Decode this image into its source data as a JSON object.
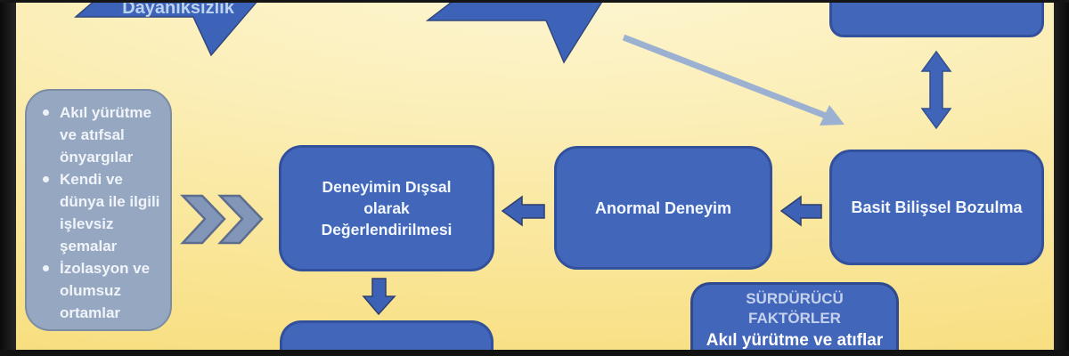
{
  "colors": {
    "node_fill": "#4166ba",
    "node_border": "#33509c",
    "banner_fill": "#3d63b9",
    "gray_box_fill": "#96a8c1",
    "gray_box_border": "#7b8ca4",
    "light_connector": "#9cb1d1",
    "arrow_fill": "#3c61b5",
    "banner_text": "#bcd2ee",
    "maintain_title_text": "#c6d2ec",
    "background_top": "#fdf6d4",
    "background_bottom": "#f8de7f"
  },
  "icons": {
    "forward": "double-chevron-right-icon",
    "flow_left": "arrow-left-icon",
    "flow_down": "arrow-down-icon",
    "two_way": "arrow-up-down-icon",
    "diagonal": "arrow-down-right-icon",
    "banner_shape": "chevron-banner-shape"
  },
  "banner": {
    "label": "Dayanıksızlık"
  },
  "causes_box": {
    "items": [
      "Akıl yürütme ve atıfsal önyargılar",
      "Kendi ve dünya ile ilgili işlevsiz şemalar",
      "İzolasyon ve olumsuz ortamlar"
    ]
  },
  "flow": {
    "external_appraisal": {
      "lines": [
        "Deneyimin Dışsal",
        "olarak",
        "Değerlendirilmesi"
      ]
    },
    "abnormal_experience": {
      "label": "Anormal Deneyim"
    },
    "basic_cognitive_disruption": {
      "label": "Basit Bilişsel Bozulma"
    }
  },
  "maintaining_factors": {
    "title_lines": [
      "SÜRDÜRÜCÜ",
      "FAKTÖRLER"
    ],
    "body": "Akıl yürütme ve atıflar"
  }
}
